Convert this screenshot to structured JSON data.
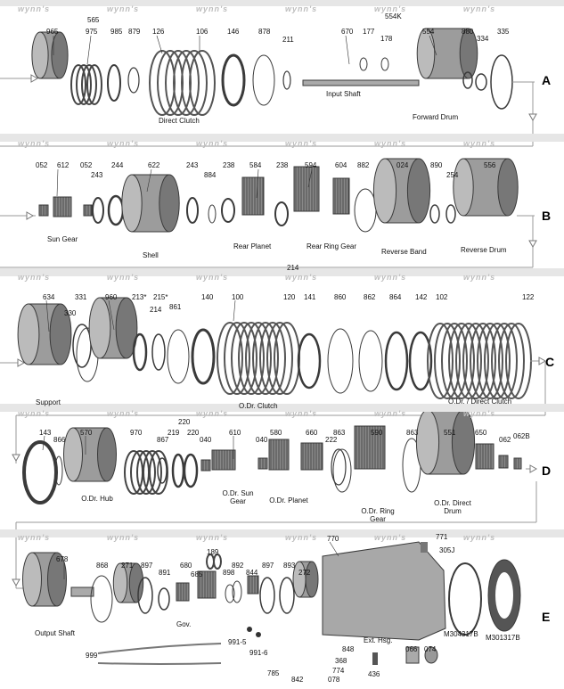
{
  "watermark": "wynn's",
  "rows": [
    "A",
    "B",
    "C",
    "D",
    "E"
  ],
  "part_numbers": [
    "565",
    "965",
    "975",
    "985",
    "879",
    "126",
    "106",
    "146",
    "878",
    "211",
    "554K",
    "670",
    "177",
    "178",
    "554",
    "880",
    "334",
    "335",
    "052",
    "612",
    "052",
    "243",
    "244",
    "622",
    "243",
    "884",
    "238",
    "584",
    "238",
    "594",
    "604",
    "882",
    "024",
    "890",
    "254",
    "556",
    "214",
    "634",
    "331",
    "330",
    "960",
    "213*",
    "215*",
    "214",
    "861",
    "140",
    "100",
    "120",
    "141",
    "860",
    "862",
    "864",
    "142",
    "102",
    "122",
    "143",
    "866",
    "570",
    "970",
    "867",
    "220",
    "219",
    "220",
    "040",
    "610",
    "040",
    "580",
    "660",
    "222",
    "863",
    "590",
    "863",
    "551",
    "650",
    "062",
    "062B",
    "678",
    "868",
    "271",
    "897",
    "891",
    "680",
    "189",
    "685",
    "898",
    "892",
    "844",
    "897",
    "893",
    "272",
    "770",
    "771",
    "305J",
    "991-5",
    "991-6",
    "999",
    "785",
    "848",
    "368",
    "774",
    "842",
    "078",
    "436",
    "066",
    "074"
  ],
  "part_names": [
    "Input Shaft",
    "Direct Clutch",
    "Forward Drum",
    "Sun Gear",
    "Shell",
    "Rear Planet",
    "Rear Ring Gear",
    "Reverse Band",
    "Reverse Drum",
    "Support",
    "O.Dr. Clutch",
    "O.Dr. / Direct Clutch",
    "O.Dr. Hub",
    "O.Dr. Sun Gear",
    "O.Dr. Planet",
    "O.Dr. Ring Gear",
    "O.Dr. Direct Drum",
    "Output Shaft",
    "Gov.",
    "Ext. Hsg.",
    "M304317B",
    "M301317B"
  ],
  "colors": {
    "part_gray": "#8a8a8a",
    "part_dark": "#3a3a3a",
    "band": "#e6e6e6",
    "watermark": "#bdbdbd",
    "flow": "#9a9a9a"
  }
}
